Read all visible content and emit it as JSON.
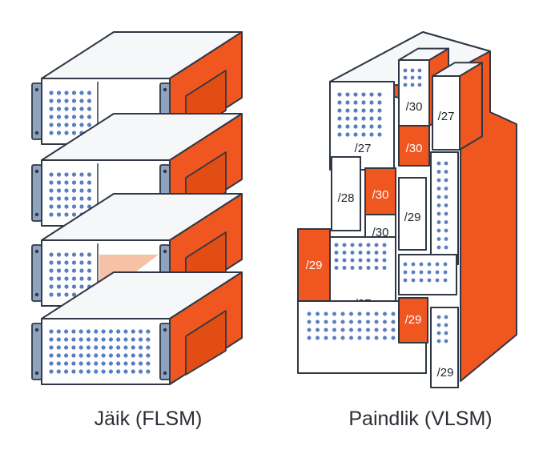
{
  "captions": {
    "fixed": "Jäik (FLSM)",
    "variable": "Paindlik (VLSM)"
  },
  "vlsm_blocks": [
    {
      "label": "/30",
      "fill": "white",
      "text_color": "dark"
    },
    {
      "label": "/27",
      "fill": "white",
      "text_color": "dark"
    },
    {
      "label": "/30",
      "fill": "orange",
      "text_color": "light"
    },
    {
      "label": "/27",
      "fill": "white",
      "text_color": "dark"
    },
    {
      "label": "/28",
      "fill": "white",
      "text_color": "dark"
    },
    {
      "label": "/30",
      "fill": "orange",
      "text_color": "light"
    },
    {
      "label": "/29",
      "fill": "white",
      "text_color": "dark"
    },
    {
      "label": "/30",
      "fill": "white",
      "text_color": "dark"
    },
    {
      "label": "/29",
      "fill": "orange",
      "text_color": "light"
    },
    {
      "label": "/27",
      "fill": "white",
      "text_color": "dark"
    },
    {
      "label": "/29",
      "fill": "orange",
      "text_color": "light"
    },
    {
      "label": "/29",
      "fill": "white",
      "text_color": "dark"
    }
  ],
  "colors": {
    "outline": "#2f3844",
    "orange": "#f0561f",
    "orange_dark": "#e24c15",
    "rail": "#8ea3bf",
    "dots": "#5b7ec0",
    "panel": "#ffffff",
    "pale": "#f6f7f9",
    "peach": "#f7c1a6",
    "caption_text": "#2b2f35"
  }
}
